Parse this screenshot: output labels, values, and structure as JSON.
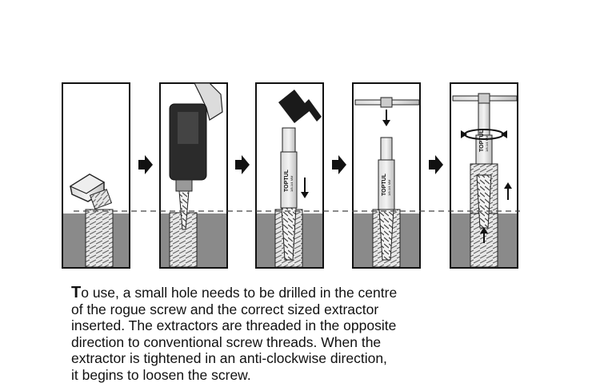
{
  "panels": [
    {
      "step": "screw-head-broken"
    },
    {
      "step": "drill-hole"
    },
    {
      "step": "hammer-in-extractor",
      "extractor_label": [
        "TOPTUL",
        "1/8-1/4 MM"
      ]
    },
    {
      "step": "attach-tap-wrench",
      "extractor_label": [
        "TOPTUL",
        "1/8-1/4 MM"
      ]
    },
    {
      "step": "turn-anticlockwise",
      "extractor_label": [
        "TOPTUL",
        "1/8-1/4 MM"
      ]
    }
  ],
  "colors": {
    "material": "#8a8a8a",
    "outline": "#111111",
    "arrow": "#111111"
  },
  "caption": {
    "first_letter": "T",
    "lines": [
      "o use, a small hole needs to be drilled in the centre",
      "of the rogue screw and the correct sized extractor",
      "inserted. The extractors are threaded in the opposite",
      "direction to conventional screw threads. When the",
      "extractor is tightened in an anti-clockwise direction,",
      "it begins to loosen the screw."
    ]
  }
}
